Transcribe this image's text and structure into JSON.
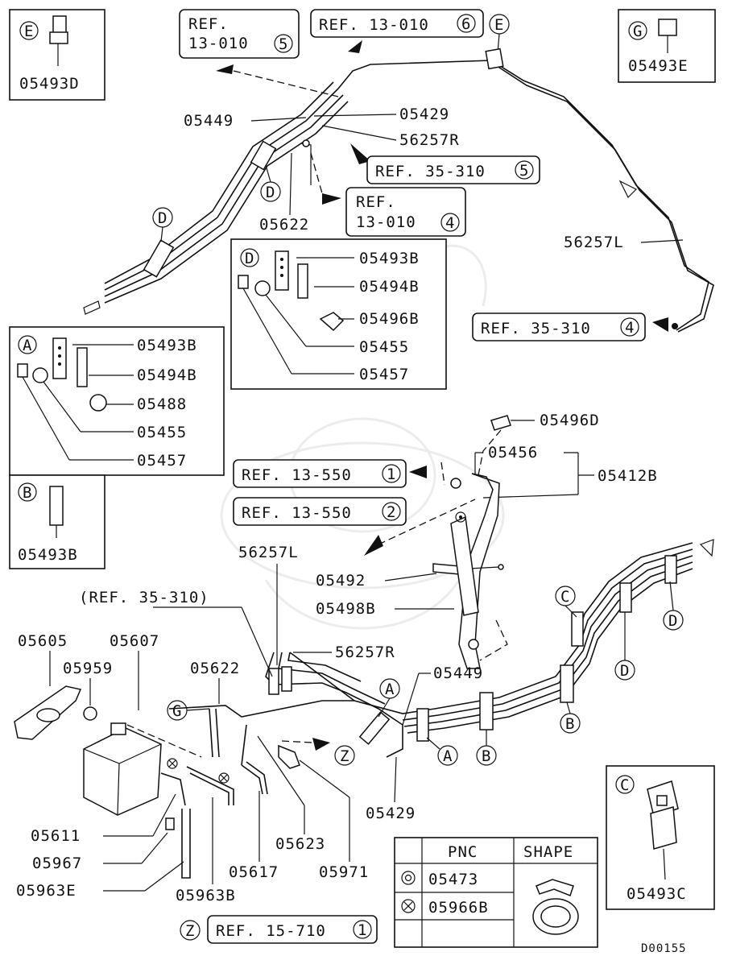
{
  "diagram_id": "D00155",
  "views": {
    "E": {
      "letter": "E",
      "part": "05493D"
    },
    "G": {
      "letter": "G",
      "part": "05493E"
    },
    "A": {
      "letter": "A",
      "parts": [
        "05493B",
        "05494B",
        "05488",
        "05455",
        "05457"
      ]
    },
    "B": {
      "letter": "B",
      "part": "05493B"
    },
    "C": {
      "letter": "C",
      "part": "05493C"
    },
    "D": {
      "letter": "D",
      "parts": [
        "05493B",
        "05494B",
        "05496B",
        "05455",
        "05457"
      ]
    }
  },
  "refs": {
    "r1": {
      "text": "REF.\n13-010",
      "num": "5"
    },
    "r2": {
      "text": "REF. 13-010",
      "num": "6"
    },
    "r3": {
      "text": "REF. 35-310",
      "num": "5"
    },
    "r4": {
      "text": "REF.\n13-010",
      "num": "4"
    },
    "r5": {
      "text": "REF. 35-310",
      "num": "4"
    },
    "r6": {
      "text": "REF. 13-550",
      "num": "1"
    },
    "r7": {
      "text": "REF. 13-550",
      "num": "2"
    },
    "r8": {
      "text": "REF. 15-710",
      "num": "1"
    },
    "r9": {
      "text": "(REF. 35-310)"
    }
  },
  "labels": {
    "p05449a": "05449",
    "p05429a": "05429",
    "p56257Ra": "56257R",
    "p05622a": "05622",
    "p56257La": "56257L",
    "p05496D": "05496D",
    "p05456": "05456",
    "p05412B": "05412B",
    "p56257Lb": "56257L",
    "p05492": "05492",
    "p05498B": "05498B",
    "p56257Rb": "56257R",
    "p05449b": "05449",
    "p05605": "05605",
    "p05607": "05607",
    "p05959": "05959",
    "p05622b": "05622",
    "p05429b": "05429",
    "p05611": "05611",
    "p05967": "05967",
    "p05963E": "05963E",
    "p05963B": "05963B",
    "p05617": "05617",
    "p05623": "05623",
    "p05971": "05971"
  },
  "callouts": [
    "D",
    "D",
    "A",
    "A",
    "B",
    "B",
    "C",
    "D",
    "D",
    "G",
    "Z",
    "Z"
  ],
  "table": {
    "headers": [
      "PNC",
      "SHAPE"
    ],
    "rows": [
      {
        "symbol": "double-circle",
        "pnc": "05473"
      },
      {
        "symbol": "circle-x",
        "pnc": "05966B"
      }
    ]
  }
}
